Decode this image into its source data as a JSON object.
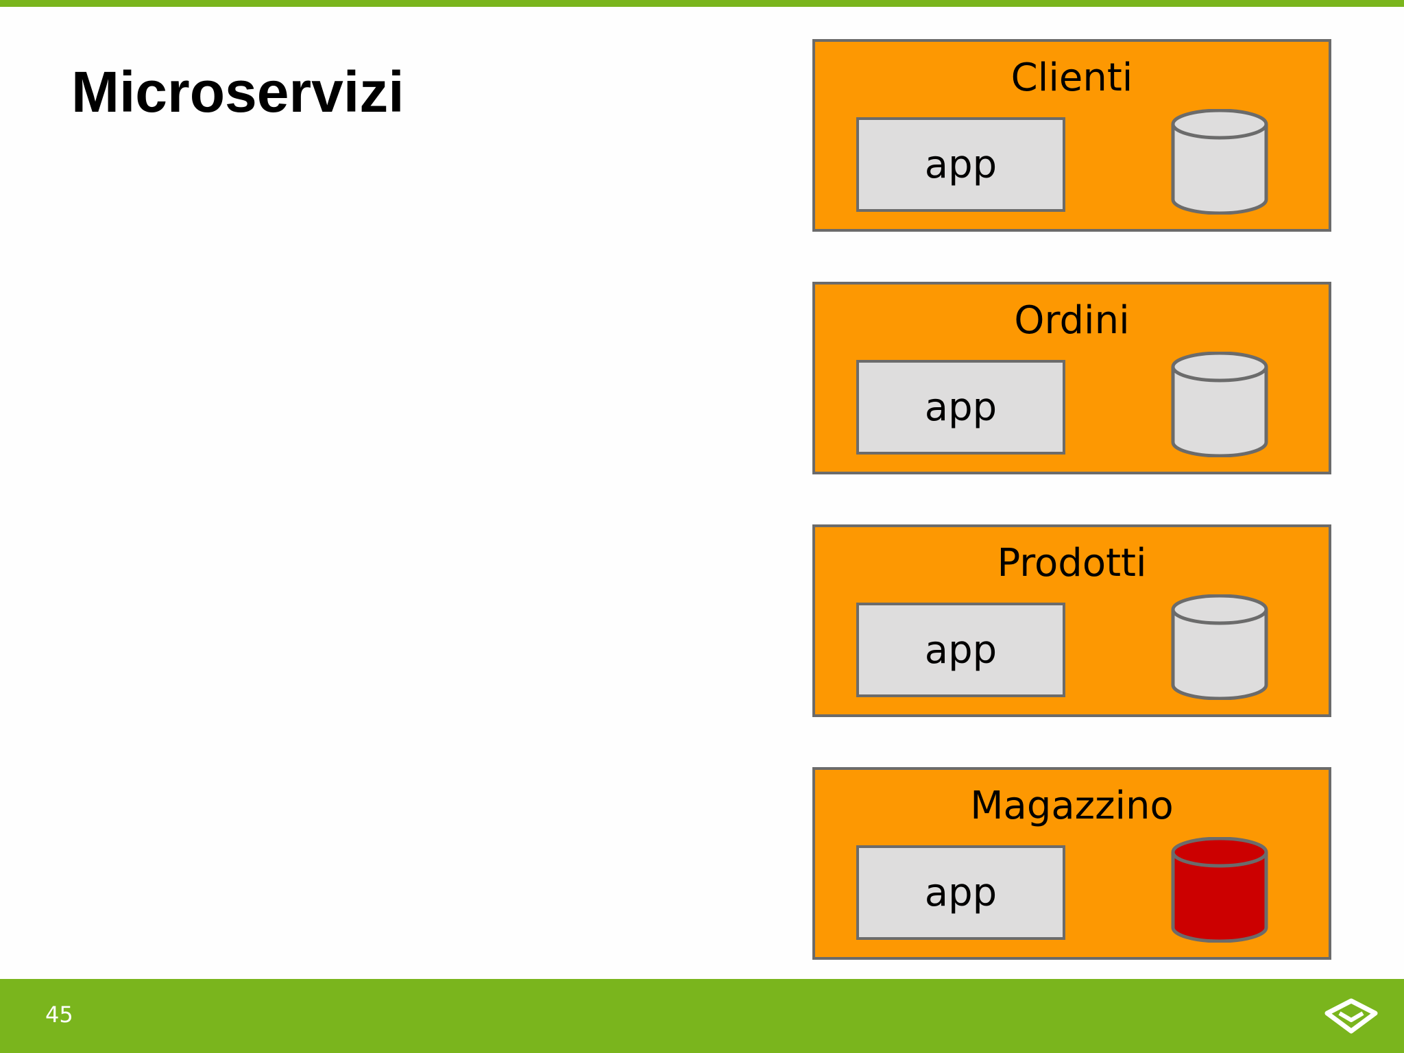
{
  "slide": {
    "title": "Microservizi",
    "page_number": "45"
  },
  "colors": {
    "accent_green": "#7ab51d",
    "service_orange": "#fd9802",
    "app_gray": "#dedddd",
    "db_default": "#dedddd",
    "db_highlight": "#cc0000",
    "border": "#6b6b6b"
  },
  "services": [
    {
      "name": "Clienti",
      "app_label": "app",
      "db_highlighted": false
    },
    {
      "name": "Ordini",
      "app_label": "app",
      "db_highlighted": false
    },
    {
      "name": "Prodotti",
      "app_label": "app",
      "db_highlighted": false
    },
    {
      "name": "Magazzino",
      "app_label": "app",
      "db_highlighted": true
    }
  ],
  "icons": {
    "database": "database-cylinder-icon",
    "logo": "brand-logo-icon"
  }
}
